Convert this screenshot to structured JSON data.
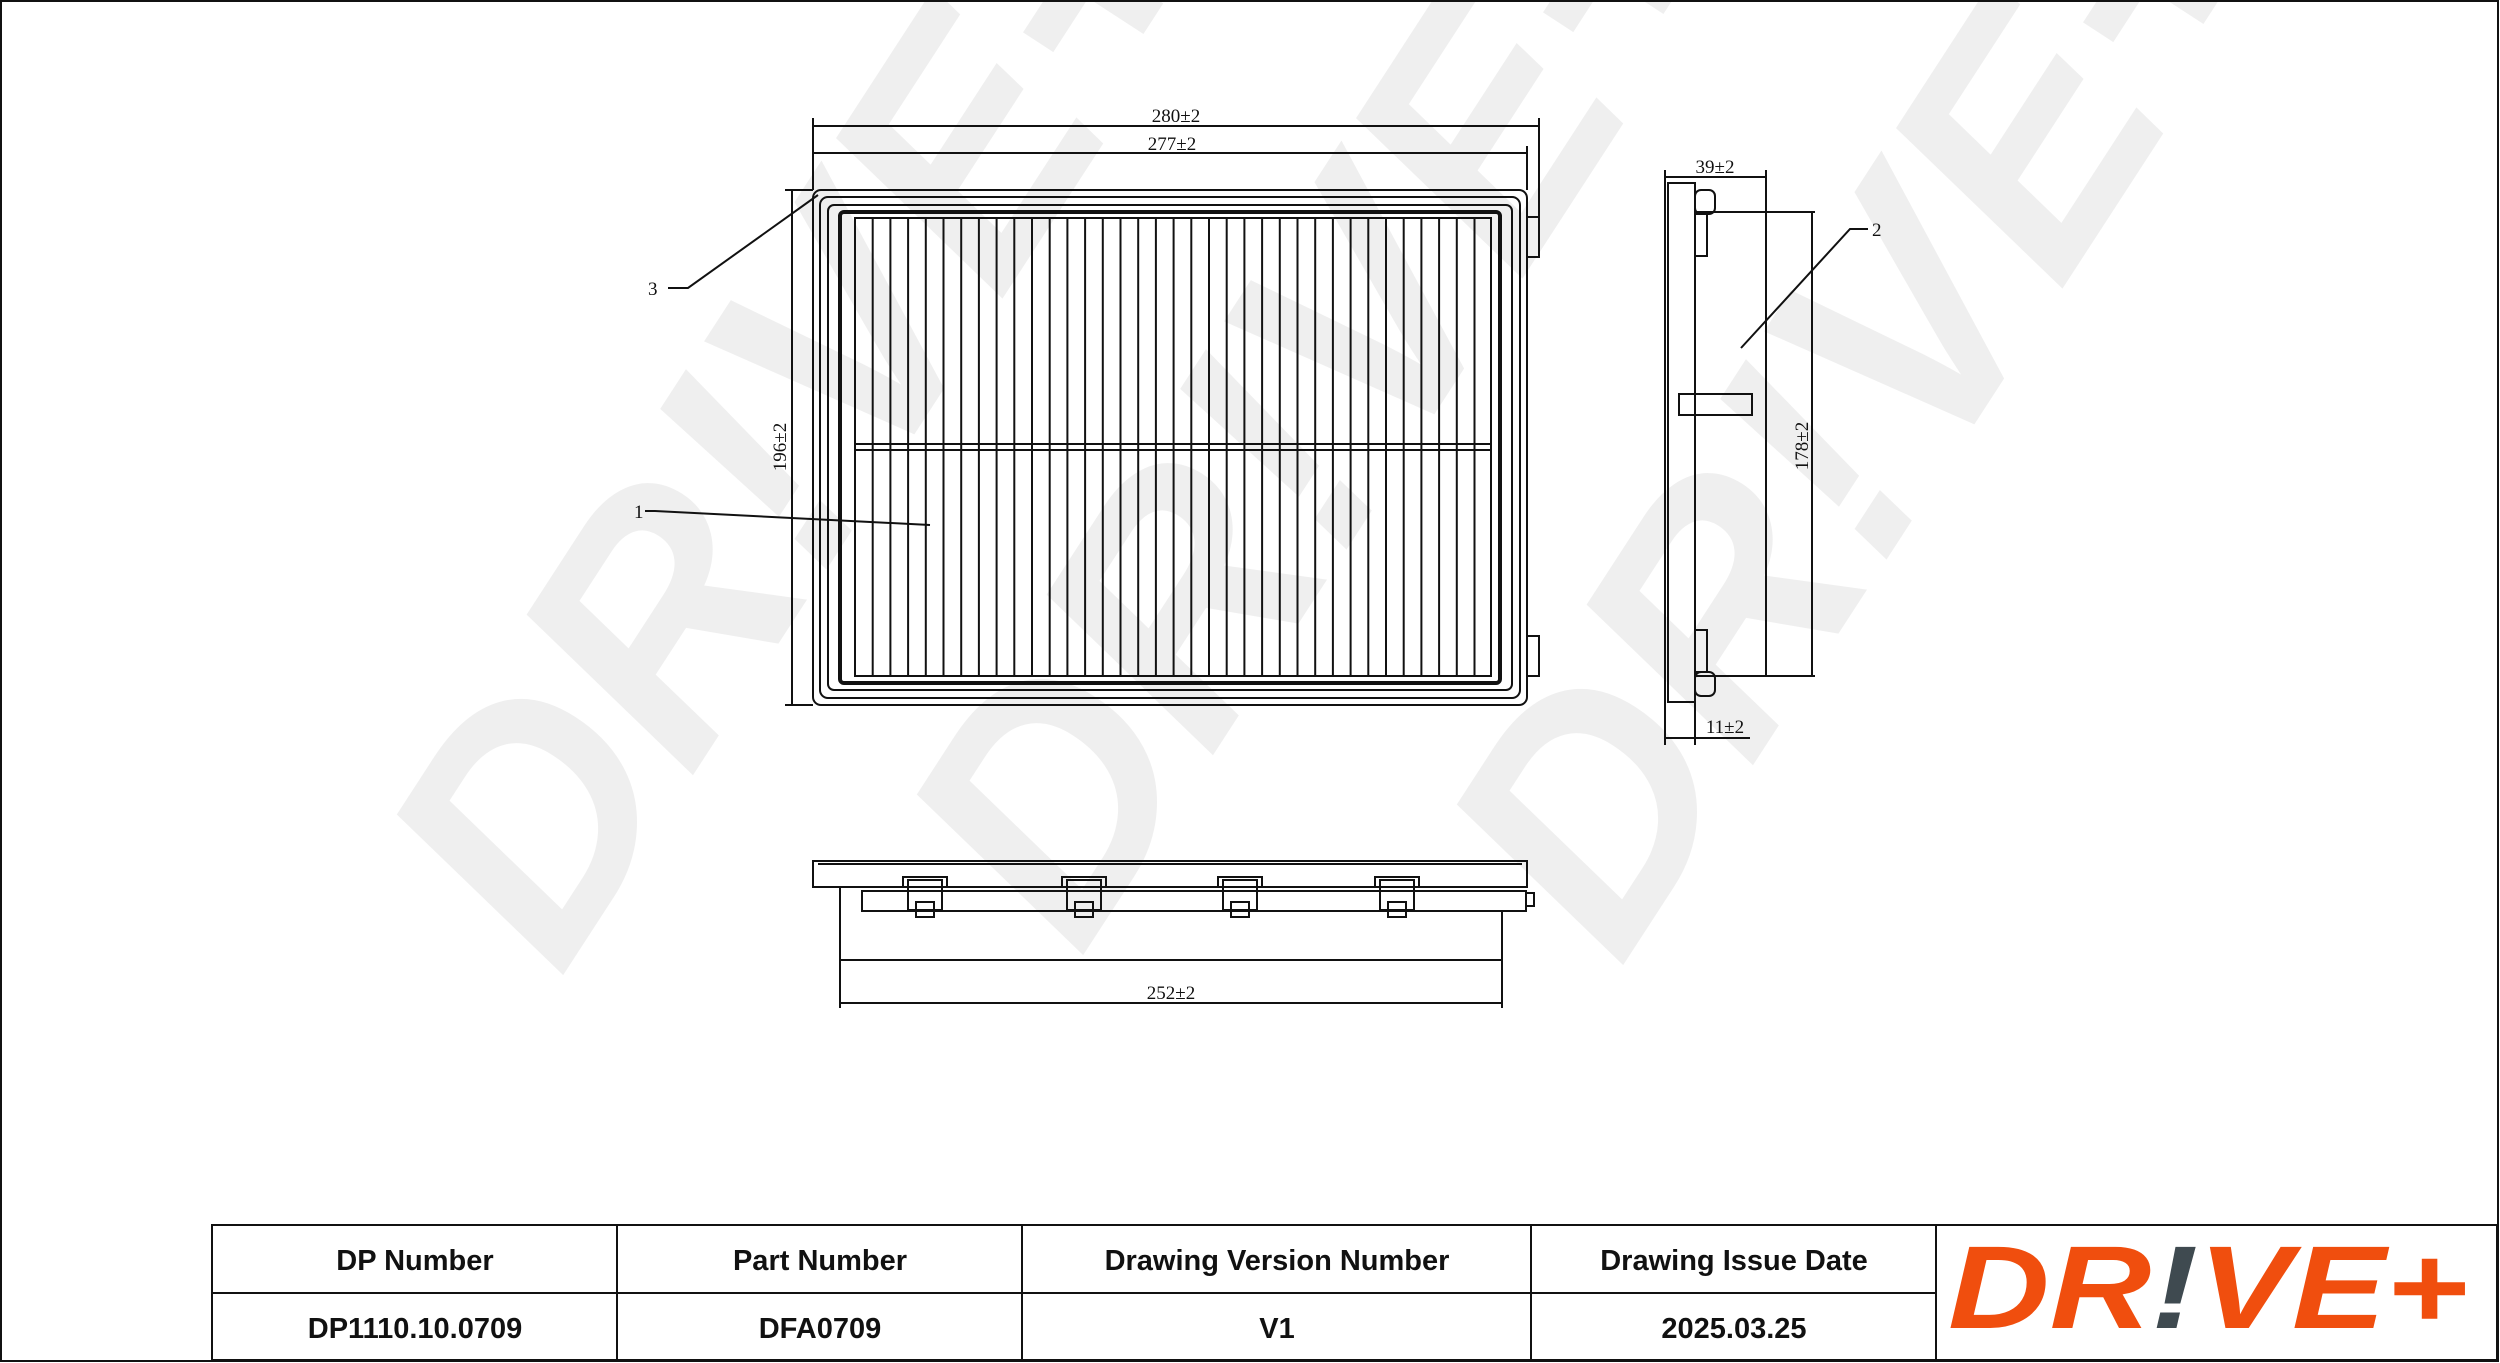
{
  "watermark": "DR!VE+",
  "dimensions": {
    "overall_length": "280±2",
    "frame_length": "277±2",
    "height": "196±2",
    "depth": "39±2",
    "side_height": "178±2",
    "seal_thickness": "11±2",
    "bottom_length": "252±2"
  },
  "callouts": {
    "filter_media": "1",
    "side_body": "2",
    "frame": "3"
  },
  "title_block": {
    "headers": [
      "DP Number",
      "Part Number",
      "Drawing Version Number",
      "Drawing Issue Date"
    ],
    "values": [
      "DP1110.10.0709",
      "DFA0709",
      "V1",
      "2025.03.25"
    ],
    "logo": {
      "part1": "DR",
      "part2": "!",
      "part3": "VE+"
    }
  },
  "colors": {
    "brand_orange": "#F04E0E",
    "brand_gray": "#3F4A50"
  }
}
